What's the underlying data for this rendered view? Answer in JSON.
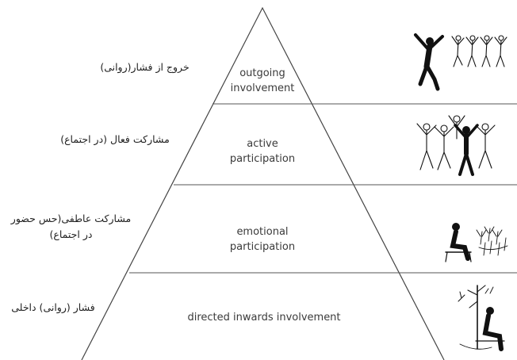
{
  "diagram": {
    "tiers": [
      {
        "label_en": "outgoing\ninvolvement",
        "label_fa": "خروج از فشار(روانی)",
        "figure": "group-of-cheering-people-icon"
      },
      {
        "label_en": "active\nparticipation",
        "label_fa": "مشارکت فعال (در اجتماع)",
        "figure": "people-dancing-icon"
      },
      {
        "label_en": "emotional\nparticipation",
        "label_fa": "مشارکت عاطفی(حس حضور\nدر اجتماع)",
        "figure": "person-sitting-watching-icon"
      },
      {
        "label_en": "directed inwards involvement",
        "label_fa": "فشار (روانی) داخلی",
        "figure": "person-sitting-alone-icon"
      }
    ]
  }
}
